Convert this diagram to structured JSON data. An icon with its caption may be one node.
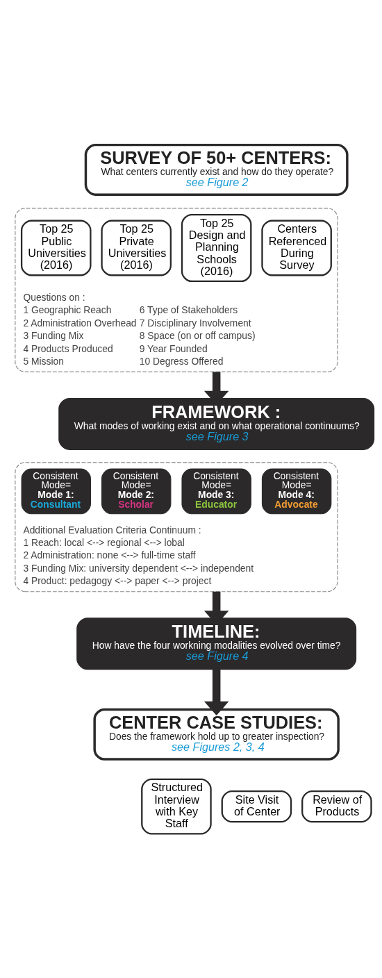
{
  "diagram": {
    "nodes": [
      {
        "text": [
          "SURVEY OF 50+ CENTERS:",
          "What centers currently exist and how do they operate?",
          "see Figure 2"
        ]
      },
      {
        "text": [
          "Questions on :",
          "1 Geographic Reach",
          "2 Administration Overhead",
          "3 Funding Mix",
          "4 Products Produced",
          "5 Mission",
          "6 Type of Stakeholders",
          "7 Disciplinary Involvement",
          "8 Space (on or off campus)",
          "9 Year Founded",
          "10 Degress Offered"
        ]
      },
      {
        "text": [
          "Top 25 Public Universities (2016)"
        ],
        "in": 1
      },
      {
        "text": [
          "Top 25 Private Universities (2016)"
        ],
        "in": 1
      },
      {
        "text": [
          "Top 25 Design and Planning Schools (2016)"
        ],
        "in": 1
      },
      {
        "text": [
          "Centers Referenced During Survey"
        ],
        "in": 1
      },
      {
        "text": [
          "FRAMEWORK :",
          "What modes of working exist and on what operational continuums?",
          "see Figure 3"
        ]
      },
      {
        "text": [
          "Additional Evaluation Criteria Continuum :",
          "1 Reach: local <--> regional <--> lobal",
          "2 Administration: none <--> full-time staff",
          "3 Funding Mix: university dependent <--> independent",
          "4 Product: pedagogy <--> paper <--> project"
        ]
      },
      {
        "text": [
          "Consistent Mode=",
          "Mode 1:",
          "Consultant"
        ],
        "in": 7
      },
      {
        "text": [
          "Consistent Mode=",
          "Mode 2:",
          "Scholar"
        ],
        "in": 7
      },
      {
        "text": [
          "Consistent Mode=",
          "Mode 3:",
          "Educator"
        ],
        "in": 7
      },
      {
        "text": [
          "Consistent Mode=",
          "Mode 4:",
          "Advocate"
        ],
        "in": 7
      },
      {
        "text": [
          "TIMELINE:",
          "How have the four workning modalities evolved over time?",
          "see Figure 4"
        ]
      },
      {
        "text": [
          "CENTER CASE STUDIES:",
          "Does the framework hold up to greater inspection?",
          "see Figures 2, 3, 4"
        ]
      },
      {
        "text": [
          "Structured Interview with Key Staff"
        ]
      },
      {
        "text": [
          "Site Visit of Center"
        ]
      },
      {
        "text": [
          "Review of Products"
        ]
      }
    ],
    "edges": [
      {
        "from": 1,
        "to": 6,
        "arrow": "to"
      },
      {
        "from": 7,
        "to": 12,
        "arrow": "to"
      },
      {
        "from": 12,
        "to": 13,
        "arrow": "to"
      }
    ]
  }
}
